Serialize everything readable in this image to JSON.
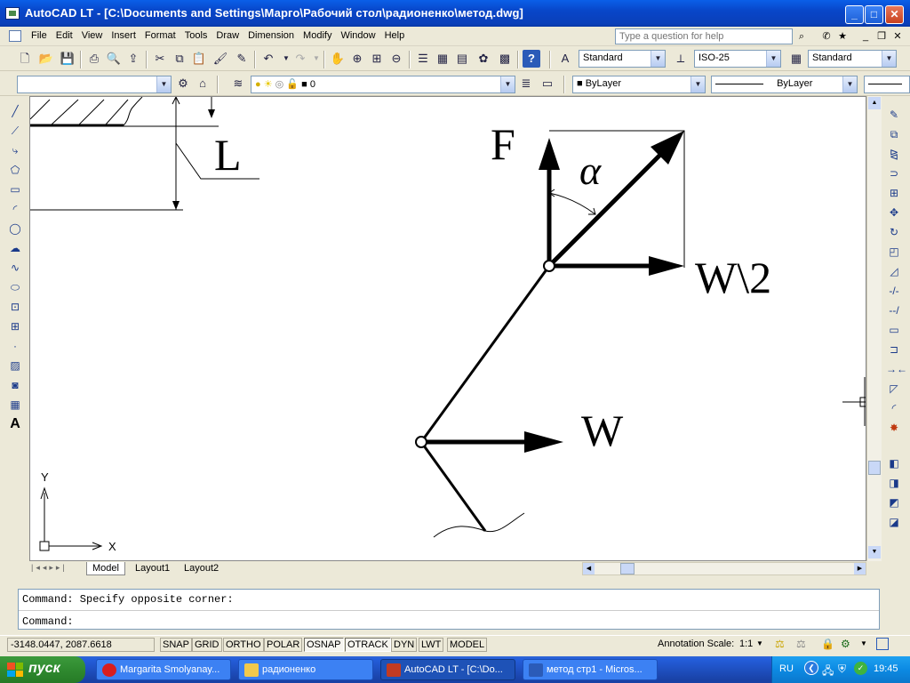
{
  "window": {
    "title": "AutoCAD LT - [C:\\Documents and Settings\\Марго\\Рабочий стол\\радионенко\\метод.dwg]",
    "minimize": "_",
    "maximize": "□",
    "close": "✕",
    "doc_minimize": "_",
    "doc_restore": "❐",
    "doc_close": "✕"
  },
  "menu": [
    "File",
    "Edit",
    "View",
    "Insert",
    "Format",
    "Tools",
    "Draw",
    "Dimension",
    "Modify",
    "Window",
    "Help"
  ],
  "help_search": {
    "placeholder": "Type a question for help"
  },
  "styles_toolbar": {
    "text_style": "Standard",
    "dim_style": "ISO-25",
    "table_style": "Standard"
  },
  "layers_toolbar": {
    "layer_state": "",
    "current_layer": "0",
    "color": "ByLayer",
    "linetype": "ByLayer"
  },
  "drawing": {
    "label_L": "L",
    "label_F": "F",
    "label_alpha": "α",
    "label_W2": "W\\2",
    "label_W": "W",
    "ucs_x": "X",
    "ucs_y": "Y"
  },
  "layout_tabs": [
    {
      "label": "Model",
      "active": true
    },
    {
      "label": "Layout1",
      "active": false
    },
    {
      "label": "Layout2",
      "active": false
    }
  ],
  "command": {
    "history": "Command: Specify opposite corner:",
    "prompt": "Command:"
  },
  "status": {
    "coords": "-3148.0447, 2087.6618",
    "toggles": [
      {
        "label": "SNAP",
        "on": false
      },
      {
        "label": "GRID",
        "on": false
      },
      {
        "label": "ORTHO",
        "on": false
      },
      {
        "label": "POLAR",
        "on": false
      },
      {
        "label": "OSNAP",
        "on": true
      },
      {
        "label": "OTRACK",
        "on": true
      },
      {
        "label": "DYN",
        "on": false
      },
      {
        "label": "LWT",
        "on": false
      },
      {
        "label": "MODEL",
        "on": false
      }
    ],
    "annotation_scale_label": "Annotation Scale:",
    "annotation_scale_value": "1:1"
  },
  "taskbar": {
    "start": "пуск",
    "tasks": [
      {
        "label": "Margarita Smolyanay...",
        "active": false,
        "color": "#d81e1e"
      },
      {
        "label": "радионенко",
        "active": false,
        "color": "#f2c94c"
      },
      {
        "label": "AutoCAD LT - [C:\\Do...",
        "active": true,
        "color": "#c23b22"
      },
      {
        "label": "метод  стр1 - Micros...",
        "active": false,
        "color": "#2b5bb8"
      }
    ],
    "lang": "RU",
    "clock": "19:45"
  },
  "colors": {
    "title_bar": "#0A3FB8",
    "taskbar": "#245EDB",
    "start_button": "#2F8A2F",
    "tray": "#0C8AE3",
    "canvas": "#FFFFFF"
  }
}
